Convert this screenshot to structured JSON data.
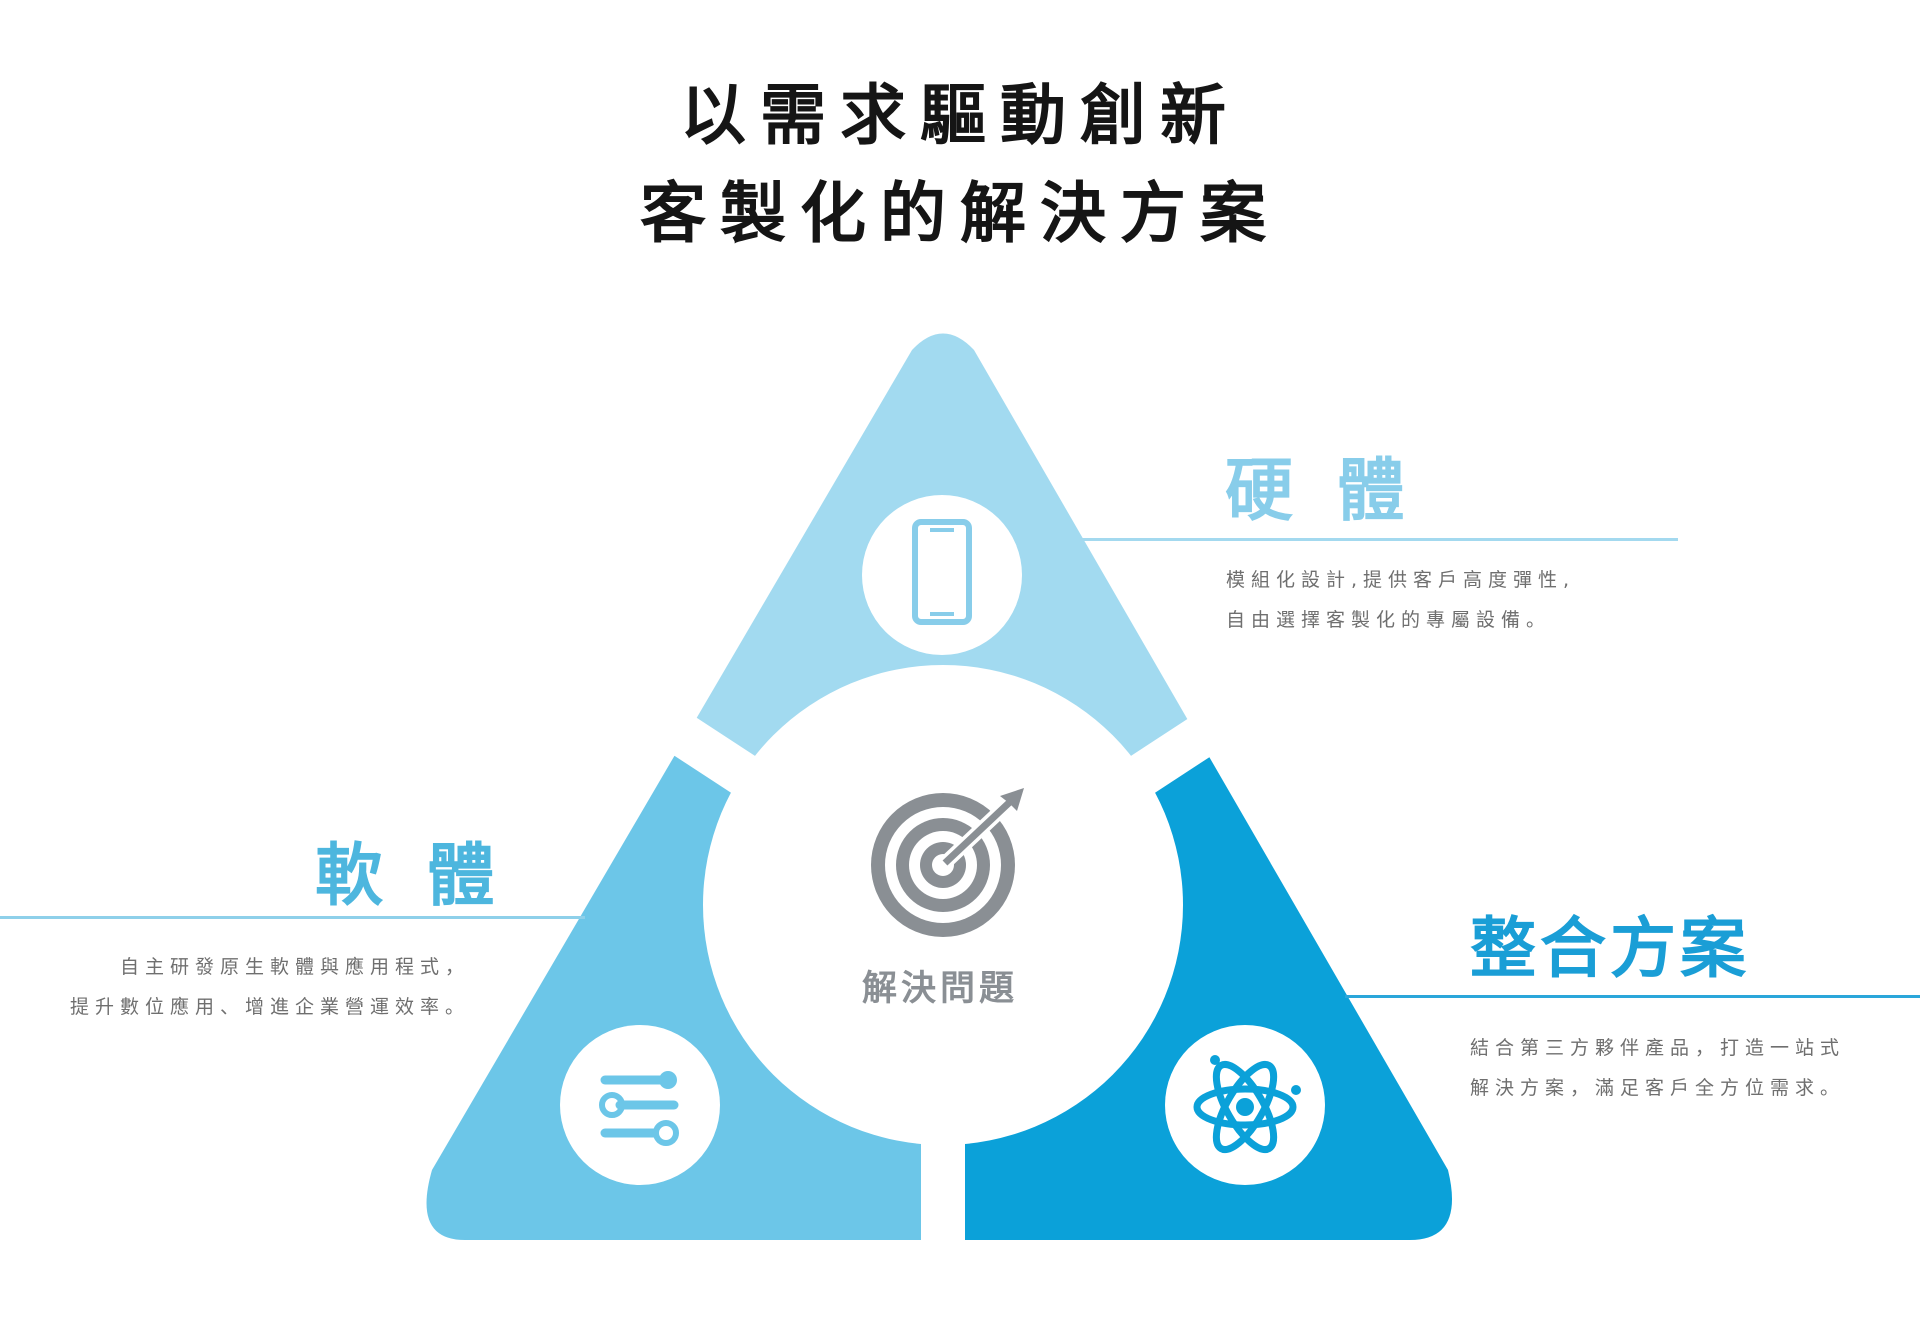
{
  "title": {
    "line1": "以需求驅動創新",
    "line2": "客製化的解決方案"
  },
  "center": {
    "label": "解決問題",
    "icon": "target-icon"
  },
  "hardware": {
    "title": "硬 體",
    "desc_line1": "模組化設計,提供客戶高度彈性,",
    "desc_line2": "自由選擇客製化的專屬設備。",
    "icon": "phone-icon"
  },
  "software": {
    "title": "軟 體",
    "desc_line1": "自主研發原生軟體與應用程式，",
    "desc_line2": "提升數位應用、增進企業營運效率。",
    "icon": "sliders-icon"
  },
  "integration": {
    "title": "整合方案",
    "desc_line1": "結合第三方夥伴產品，打造一站式",
    "desc_line2": "解決方案，滿足客戶全方位需求。",
    "icon": "atom-icon"
  },
  "colors": {
    "hardware": "#a2daf0",
    "software": "#6cc6e8",
    "integration": "#0ba1d9",
    "center_icon": "#8a8f94"
  }
}
